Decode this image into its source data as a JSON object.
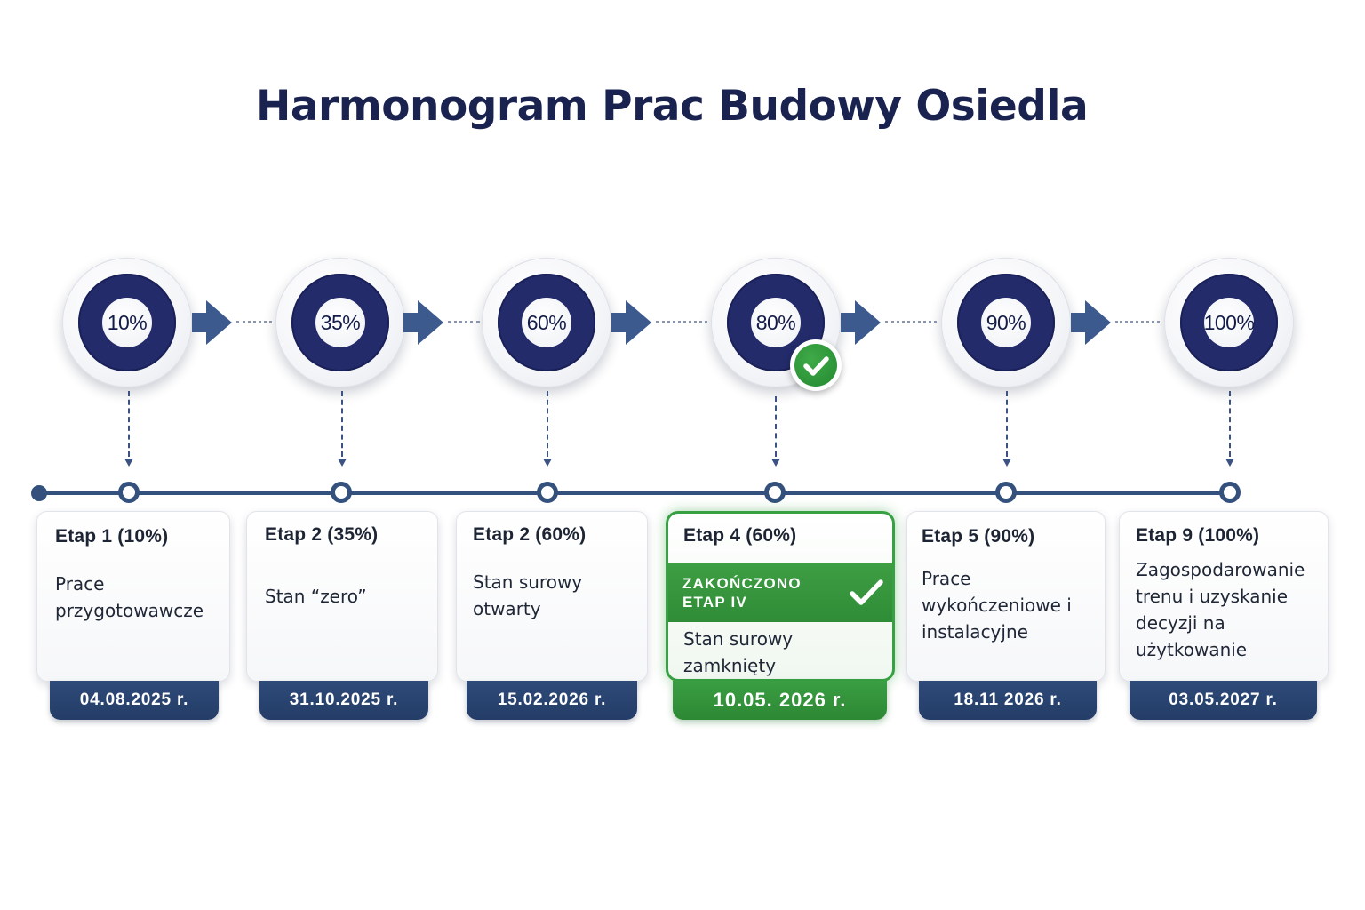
{
  "title": "Harmonogram Prac Budowy Osiedla",
  "colors": {
    "navy": "#232b6b",
    "timeline": "#34507c",
    "date_tab": "#2a4571",
    "success": "#37a043"
  },
  "stages": [
    {
      "percent": "10%",
      "title": "Etap 1 (10%)",
      "description": "Prace przygotowawcze",
      "date": "04.08.2025 r.",
      "completed": false
    },
    {
      "percent": "35%",
      "title": "Etap 2 (35%)",
      "description": "Stan “zero”",
      "date": "31.10.2025 r.",
      "completed": false
    },
    {
      "percent": "60%",
      "title": "Etap 2 (60%)",
      "description": "Stan surowy otwarty",
      "date": "15.02.2026 r.",
      "completed": false
    },
    {
      "percent": "80%",
      "title": "Etap 4 (60%)",
      "description": "Stan surowy zamknięty",
      "date": "10.05. 2026 r.",
      "completed": true,
      "status_banner": [
        "ZAKOŃCZONO",
        "ETAP IV"
      ],
      "badge_icon": "check-icon"
    },
    {
      "percent": "90%",
      "title": "Etap 5 (90%)",
      "description": "Prace wykończeniowe i instalacyjne",
      "date": "18.11 2026 r.",
      "completed": false
    },
    {
      "percent": "100%",
      "title": "Etap 9 (100%)",
      "description": "Zagospodarowanie trenu i uzyskanie decyzji na użytkowanie",
      "date": "03.05.2027 r.",
      "completed": false
    }
  ]
}
